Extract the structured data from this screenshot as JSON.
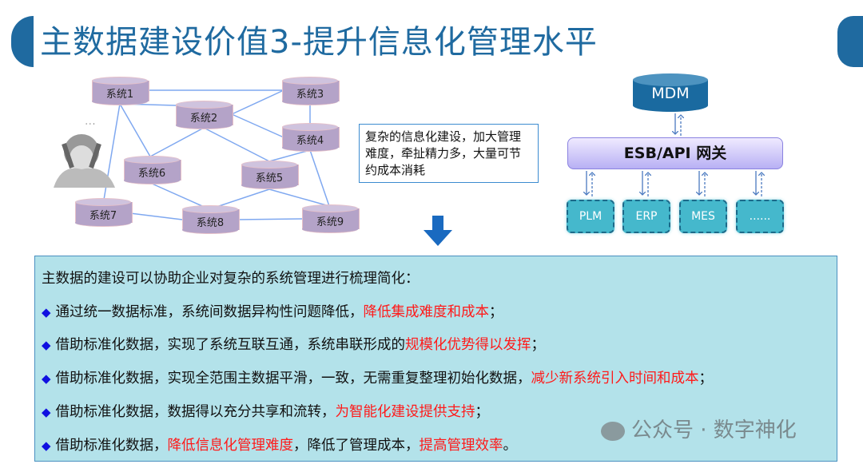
{
  "title": "主数据建设价值3-提升信息化管理水平",
  "systems": [
    "系统1",
    "系统2",
    "系统3",
    "系统4",
    "系统5",
    "系统6",
    "系统7",
    "系统8",
    "系统9"
  ],
  "callout": "复杂的信息化建设，加大管理难度，牵扯精力多，大量可节约成本消耗",
  "mdm": "MDM",
  "esb": "ESB/API 网关",
  "apps": [
    "PLM",
    "ERP",
    "MES",
    "......"
  ],
  "intro": "主数据的建设可以协助企业对复杂的系统管理进行梳理简化：",
  "bullets": [
    {
      "a": "通过统一数据标准，系统间数据异构性问题降低，",
      "r": "降低集成难度和成本",
      "b": "；"
    },
    {
      "a": "借助标准化数据，实现了系统互联互通，系统串联形成的",
      "r": "规模化优势得以发挥",
      "b": "；"
    },
    {
      "a": "借助标准化数据，实现全范围主数据平滑，一致，无需重复整理初始化数据，",
      "r": "减少新系统引入时间和成本",
      "b": "；"
    },
    {
      "a": "借助标准化数据，数据得以充分共享和流转，",
      "r": "为智能化建设提供支持",
      "b": "；"
    },
    {
      "a": "借助标准化数据，",
      "r": "降低信息化管理难度",
      "b": "，降低了管理成本，",
      "r2": "提高管理效率",
      "c": "。"
    }
  ],
  "bullet_icon": "diamond-icon",
  "watermark": "公众号 · 数字神化"
}
